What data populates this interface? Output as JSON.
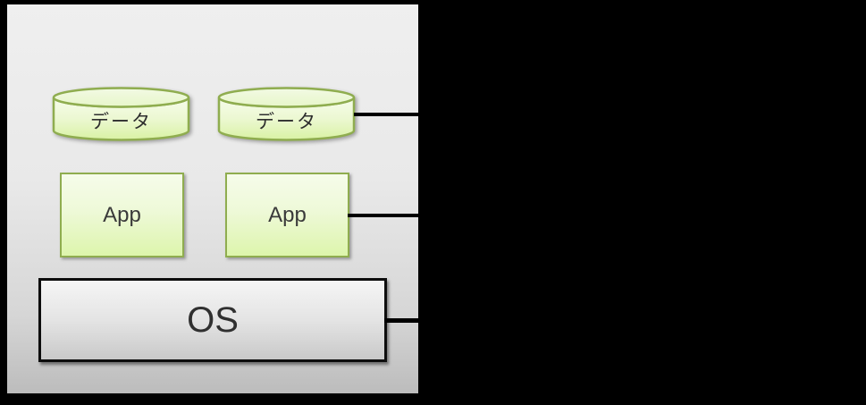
{
  "diagram": {
    "description": "Presentation slide on black background showing two data cylinders, two App boxes and an OS box with connector lines leading right",
    "cylinders": [
      {
        "label": "データ"
      },
      {
        "label": "データ"
      }
    ],
    "apps": [
      {
        "label": "App"
      },
      {
        "label": "App"
      }
    ],
    "os": {
      "label": "OS"
    },
    "connectors": [
      {
        "from": "data-cylinder-2",
        "direction": "right"
      },
      {
        "from": "app-box-2",
        "direction": "right"
      },
      {
        "from": "os-box",
        "direction": "right"
      }
    ]
  },
  "colors": {
    "frame_background": "#000000",
    "panel_gradient_top": "#efefef",
    "panel_gradient_bottom": "#bcbcbc",
    "green_shape_border": "#8fad4f",
    "green_shape_fill_light": "#f6fcea",
    "green_shape_fill_dark": "#ddf5ac",
    "os_border": "#0d0d0d",
    "os_fill_top": "#f5f5f5",
    "os_fill_bottom": "#c9c9c9",
    "connector": "#000000",
    "label_text": "#2e2e2e"
  }
}
